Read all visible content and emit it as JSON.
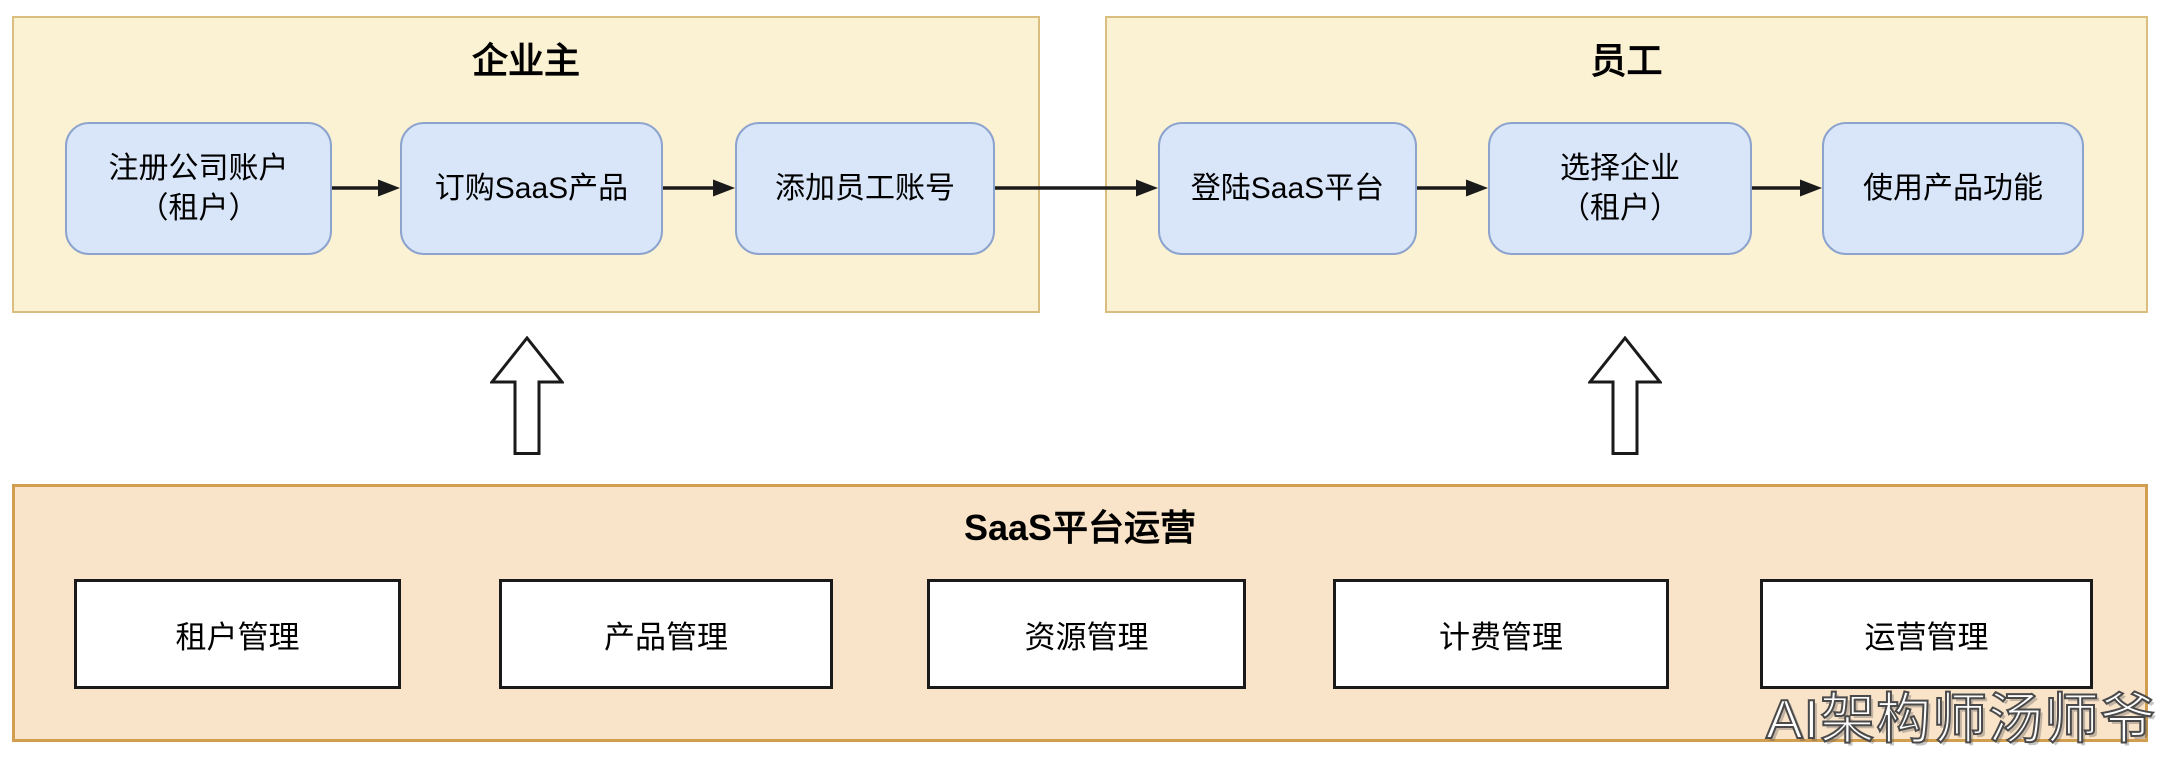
{
  "diagram": {
    "panels": {
      "owner": {
        "title": "企业主",
        "steps": [
          {
            "label": "注册公司账户\n（租户）"
          },
          {
            "label": "订购SaaS产品"
          },
          {
            "label": "添加员工账号"
          }
        ]
      },
      "employee": {
        "title": "员工",
        "steps": [
          {
            "label": "登陆SaaS平台"
          },
          {
            "label": "选择企业\n（租户）"
          },
          {
            "label": "使用产品功能"
          }
        ]
      },
      "platform": {
        "title": "SaaS平台运营",
        "modules": [
          {
            "label": "租户管理"
          },
          {
            "label": "产品管理"
          },
          {
            "label": "资源管理"
          },
          {
            "label": "计费管理"
          },
          {
            "label": "运营管理"
          }
        ]
      }
    },
    "watermark": "AI架构师汤师爷",
    "colors": {
      "top_panel_fill": "#FBF1D3",
      "top_panel_border": "#D9BE7F",
      "bottom_panel_fill": "#FAE4C9",
      "bottom_panel_border": "#D19E50",
      "step_box_fill": "#D9E6F9",
      "step_box_border": "#8CA3CE",
      "module_box_fill": "#FFFFFF",
      "module_box_border": "#1A1A1A",
      "arrow": "#1A1A1A"
    }
  }
}
